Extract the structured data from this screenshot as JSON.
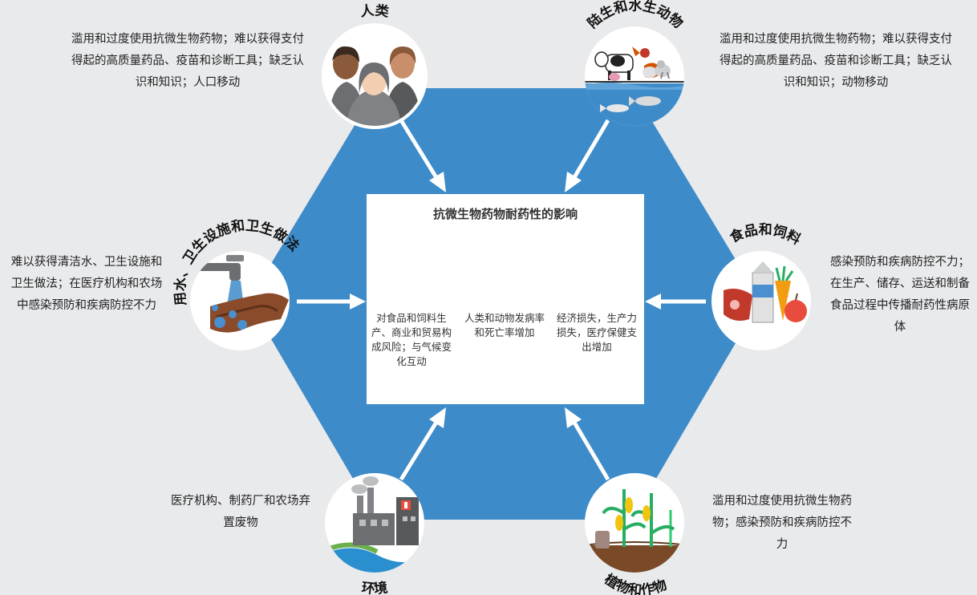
{
  "colors": {
    "background": "#e9eaec",
    "hexagon": "#3d8bc9",
    "center_box": "#ffffff",
    "circle": "#ffffff",
    "arrow": "#ffffff"
  },
  "center": {
    "title": "抗微生物药物耐药性的影响",
    "impacts": [
      {
        "icon": "cargo-ship-icon",
        "text": "对食品和饲料生产、商业和贸易构成风险；与气候变化互动"
      },
      {
        "icon": "sick-person-bed-icon",
        "text": "人类和动物发病率和死亡率增加"
      },
      {
        "icon": "declining-chart-currency-icon",
        "text": "经济损失，生产力损失，医疗保健支出增加"
      }
    ]
  },
  "nodes": [
    {
      "id": "humans",
      "title": "人类",
      "icon": "people-icon",
      "description": "滥用和过度使用抗微生物药物；难以获得支付得起的高质量药品、疫苗和诊断工具；缺乏认识和知识；人口移动"
    },
    {
      "id": "animals",
      "title": "陆生和水生动物",
      "icon": "farm-animals-fish-icon",
      "description": "滥用和过度使用抗微生物药物；难以获得支付得起的高质量药品、疫苗和诊断工具；缺乏认识和知识；动物移动"
    },
    {
      "id": "wash",
      "title": "用水、卫生设施和卫生做法",
      "icon": "handwashing-icon",
      "description": "难以获得清洁水、卫生设施和卫生做法；在医疗机构和农场中感染预防和疾病防控不力"
    },
    {
      "id": "food",
      "title": "食品和饲料",
      "icon": "food-items-icon",
      "description": "感染预防和疾病防控不力；在生产、储存、运送和制备食品过程中传播耐药性病原体"
    },
    {
      "id": "environment",
      "title": "环境",
      "icon": "factory-pollution-icon",
      "description": "医疗机构、制药厂和农场弃置废物"
    },
    {
      "id": "plants",
      "title": "植物和作物",
      "icon": "corn-crops-icon",
      "description": "滥用和过度使用抗微生物药物；感染预防和疾病防控不力"
    }
  ]
}
